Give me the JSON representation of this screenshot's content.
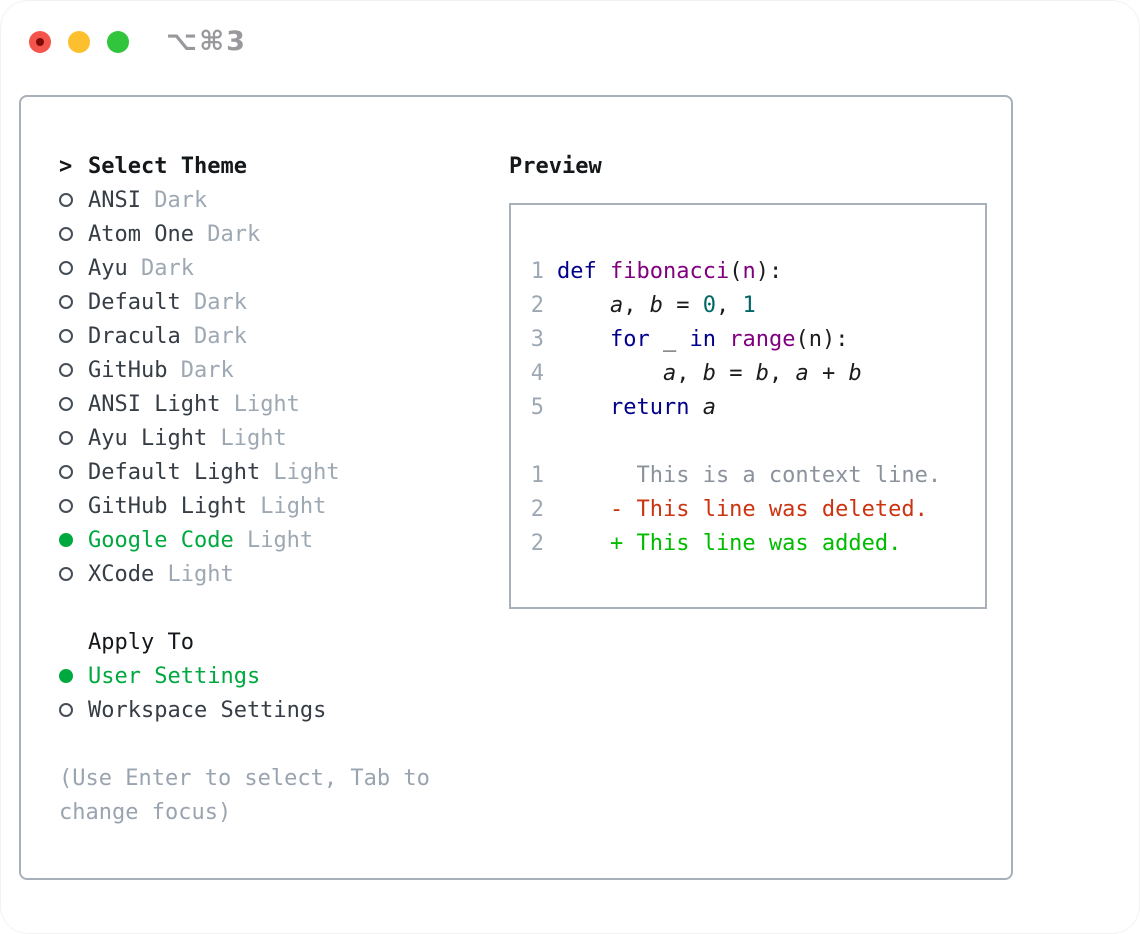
{
  "window": {
    "title": "⌥⌘3"
  },
  "left": {
    "header_marker": ">",
    "header": "Select Theme",
    "themes": [
      {
        "name": "ANSI",
        "variant": "Dark",
        "selected": false
      },
      {
        "name": "Atom One",
        "variant": "Dark",
        "selected": false
      },
      {
        "name": "Ayu",
        "variant": "Dark",
        "selected": false
      },
      {
        "name": "Default",
        "variant": "Dark",
        "selected": false
      },
      {
        "name": "Dracula",
        "variant": "Dark",
        "selected": false
      },
      {
        "name": "GitHub",
        "variant": "Dark",
        "selected": false
      },
      {
        "name": "ANSI Light",
        "variant": "Light",
        "selected": false
      },
      {
        "name": "Ayu Light",
        "variant": "Light",
        "selected": false
      },
      {
        "name": "Default Light",
        "variant": "Light",
        "selected": false
      },
      {
        "name": "GitHub Light",
        "variant": "Light",
        "selected": false
      },
      {
        "name": "Google Code",
        "variant": "Light",
        "selected": true
      },
      {
        "name": "XCode",
        "variant": "Light",
        "selected": false
      }
    ],
    "apply_to_header": "Apply To",
    "apply_options": [
      {
        "name": "User Settings",
        "selected": true
      },
      {
        "name": "Workspace Settings",
        "selected": false
      }
    ],
    "help_lines": [
      "(Use Enter to select, Tab to",
      "change focus)"
    ]
  },
  "preview": {
    "title": "Preview",
    "code_lines": [
      {
        "num": "1",
        "tokens": [
          {
            "t": "def",
            "s": "kw"
          },
          {
            "t": " ",
            "s": "plain"
          },
          {
            "t": "fibonacci",
            "s": "fn"
          },
          {
            "t": "(",
            "s": "plain"
          },
          {
            "t": "n",
            "s": "fn"
          },
          {
            "t": "):",
            "s": "plain"
          }
        ]
      },
      {
        "num": "2",
        "tokens": [
          {
            "t": "    ",
            "s": "plain"
          },
          {
            "t": "a",
            "s": "var"
          },
          {
            "t": ", ",
            "s": "plain"
          },
          {
            "t": "b",
            "s": "var"
          },
          {
            "t": " = ",
            "s": "plain"
          },
          {
            "t": "0",
            "s": "num"
          },
          {
            "t": ", ",
            "s": "plain"
          },
          {
            "t": "1",
            "s": "num"
          }
        ]
      },
      {
        "num": "3",
        "tokens": [
          {
            "t": "    ",
            "s": "plain"
          },
          {
            "t": "for",
            "s": "kw"
          },
          {
            "t": " _ ",
            "s": "plain"
          },
          {
            "t": "in",
            "s": "kw"
          },
          {
            "t": " ",
            "s": "plain"
          },
          {
            "t": "range",
            "s": "fn"
          },
          {
            "t": "(n):",
            "s": "plain"
          }
        ]
      },
      {
        "num": "4",
        "tokens": [
          {
            "t": "        ",
            "s": "plain"
          },
          {
            "t": "a",
            "s": "var"
          },
          {
            "t": ", ",
            "s": "plain"
          },
          {
            "t": "b",
            "s": "var"
          },
          {
            "t": " = ",
            "s": "plain"
          },
          {
            "t": "b",
            "s": "var"
          },
          {
            "t": ", ",
            "s": "plain"
          },
          {
            "t": "a",
            "s": "var"
          },
          {
            "t": " + ",
            "s": "plain"
          },
          {
            "t": "b",
            "s": "var"
          }
        ]
      },
      {
        "num": "5",
        "tokens": [
          {
            "t": "    ",
            "s": "plain"
          },
          {
            "t": "return",
            "s": "kw"
          },
          {
            "t": " ",
            "s": "plain"
          },
          {
            "t": "a",
            "s": "var"
          }
        ]
      },
      {
        "num": "",
        "tokens": []
      },
      {
        "num": "1",
        "tokens": [
          {
            "t": "      This is a context line.",
            "s": "ctx"
          }
        ]
      },
      {
        "num": "2",
        "tokens": [
          {
            "t": "    - This line was deleted.",
            "s": "del"
          }
        ]
      },
      {
        "num": "2",
        "tokens": [
          {
            "t": "    + This line was added.",
            "s": "add"
          }
        ]
      }
    ]
  },
  "colors": {
    "kw": "#00008B",
    "fn": "#800080",
    "numc": "#006666",
    "plain": "#1B1B1B",
    "ctx": "#8B929B",
    "del": "#CC3311",
    "add": "#00BC00",
    "accent_green": "#00A93F",
    "item_text": "#363D45",
    "header_text": "#15181B",
    "suffix_gray": "#9DA8B3",
    "help_gray": "#9AA4B0",
    "gutter": "#9DA8B3",
    "border": "#A8B0BA",
    "radio_stroke": "#474E57",
    "title_gray": "#98989D",
    "dot_red": "#F4544C",
    "dot_red_inner": "#7C0B06",
    "dot_yellow": "#FCBF2D",
    "dot_green": "#30C53C"
  }
}
